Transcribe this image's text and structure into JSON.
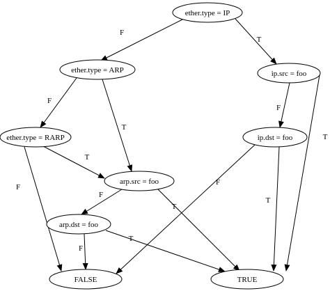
{
  "nodes": [
    {
      "id": "ether_ip",
      "label": "ether.type = IP"
    },
    {
      "id": "ether_arp",
      "label": "ether.type = ARP"
    },
    {
      "id": "ip_src",
      "label": "ip.src = foo"
    },
    {
      "id": "ether_rarp",
      "label": "ether.type = RARP"
    },
    {
      "id": "ip_dst",
      "label": "ip.dst = foo"
    },
    {
      "id": "arp_src",
      "label": "arp.src = foo"
    },
    {
      "id": "arp_dst",
      "label": "arp.dst = foo"
    },
    {
      "id": "false",
      "label": "FALSE"
    },
    {
      "id": "true",
      "label": "TRUE"
    }
  ],
  "edges": [
    {
      "from": "ether_ip",
      "to": "ether_arp",
      "label": "F"
    },
    {
      "from": "ether_ip",
      "to": "ip_src",
      "label": "T"
    },
    {
      "from": "ether_arp",
      "to": "ether_rarp",
      "label": "F"
    },
    {
      "from": "ether_arp",
      "to": "arp_src",
      "label": "T"
    },
    {
      "from": "ip_src",
      "to": "ip_dst",
      "label": "F"
    },
    {
      "from": "ip_src",
      "to": "true",
      "label": "T"
    },
    {
      "from": "ether_rarp",
      "to": "false",
      "label": "F"
    },
    {
      "from": "ether_rarp",
      "to": "arp_src",
      "label": "T"
    },
    {
      "from": "ip_dst",
      "to": "false",
      "label": "F"
    },
    {
      "from": "ip_dst",
      "to": "true",
      "label": "T"
    },
    {
      "from": "arp_src",
      "to": "arp_dst",
      "label": "F"
    },
    {
      "from": "arp_src",
      "to": "true",
      "label": "T"
    },
    {
      "from": "arp_dst",
      "to": "false",
      "label": "F"
    },
    {
      "from": "arp_dst",
      "to": "true",
      "label": "T"
    }
  ]
}
